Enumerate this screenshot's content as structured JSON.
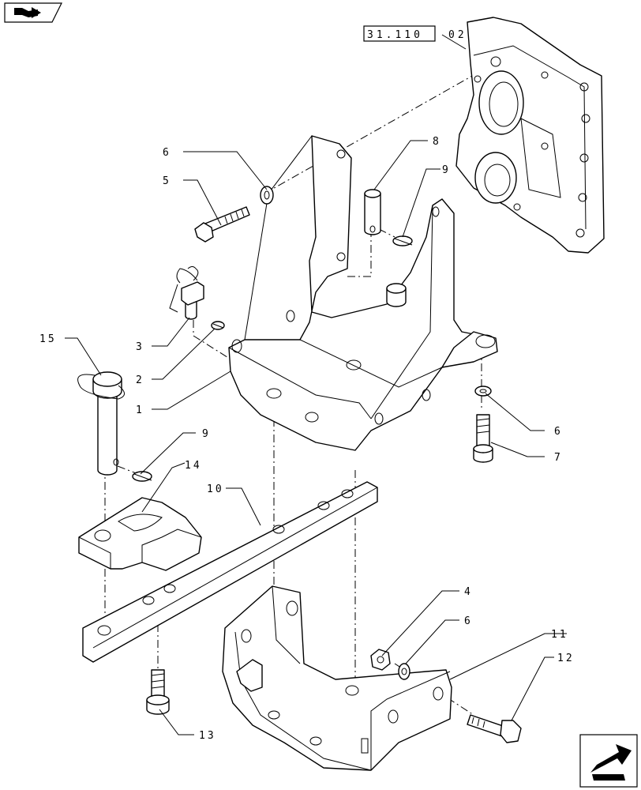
{
  "reference": {
    "box": "31.110",
    "suffix": "02 02"
  },
  "callouts": [
    {
      "id": "c1",
      "text": "1"
    },
    {
      "id": "c2",
      "text": "2"
    },
    {
      "id": "c3",
      "text": "3"
    },
    {
      "id": "c4",
      "text": "4"
    },
    {
      "id": "c5",
      "text": "5"
    },
    {
      "id": "c6a",
      "text": "6"
    },
    {
      "id": "c6b",
      "text": "6"
    },
    {
      "id": "c6c",
      "text": "6"
    },
    {
      "id": "c7",
      "text": "7"
    },
    {
      "id": "c8",
      "text": "8"
    },
    {
      "id": "c9a",
      "text": "9"
    },
    {
      "id": "c9b",
      "text": "9"
    },
    {
      "id": "c10",
      "text": "10"
    },
    {
      "id": "c11",
      "text": "11"
    },
    {
      "id": "c12",
      "text": "12"
    },
    {
      "id": "c13",
      "text": "13"
    },
    {
      "id": "c14",
      "text": "14"
    },
    {
      "id": "c15",
      "text": "15"
    }
  ],
  "icons": {
    "top_left": "book-arrow-icon",
    "bottom_right": "next-page-arrow-icon"
  }
}
